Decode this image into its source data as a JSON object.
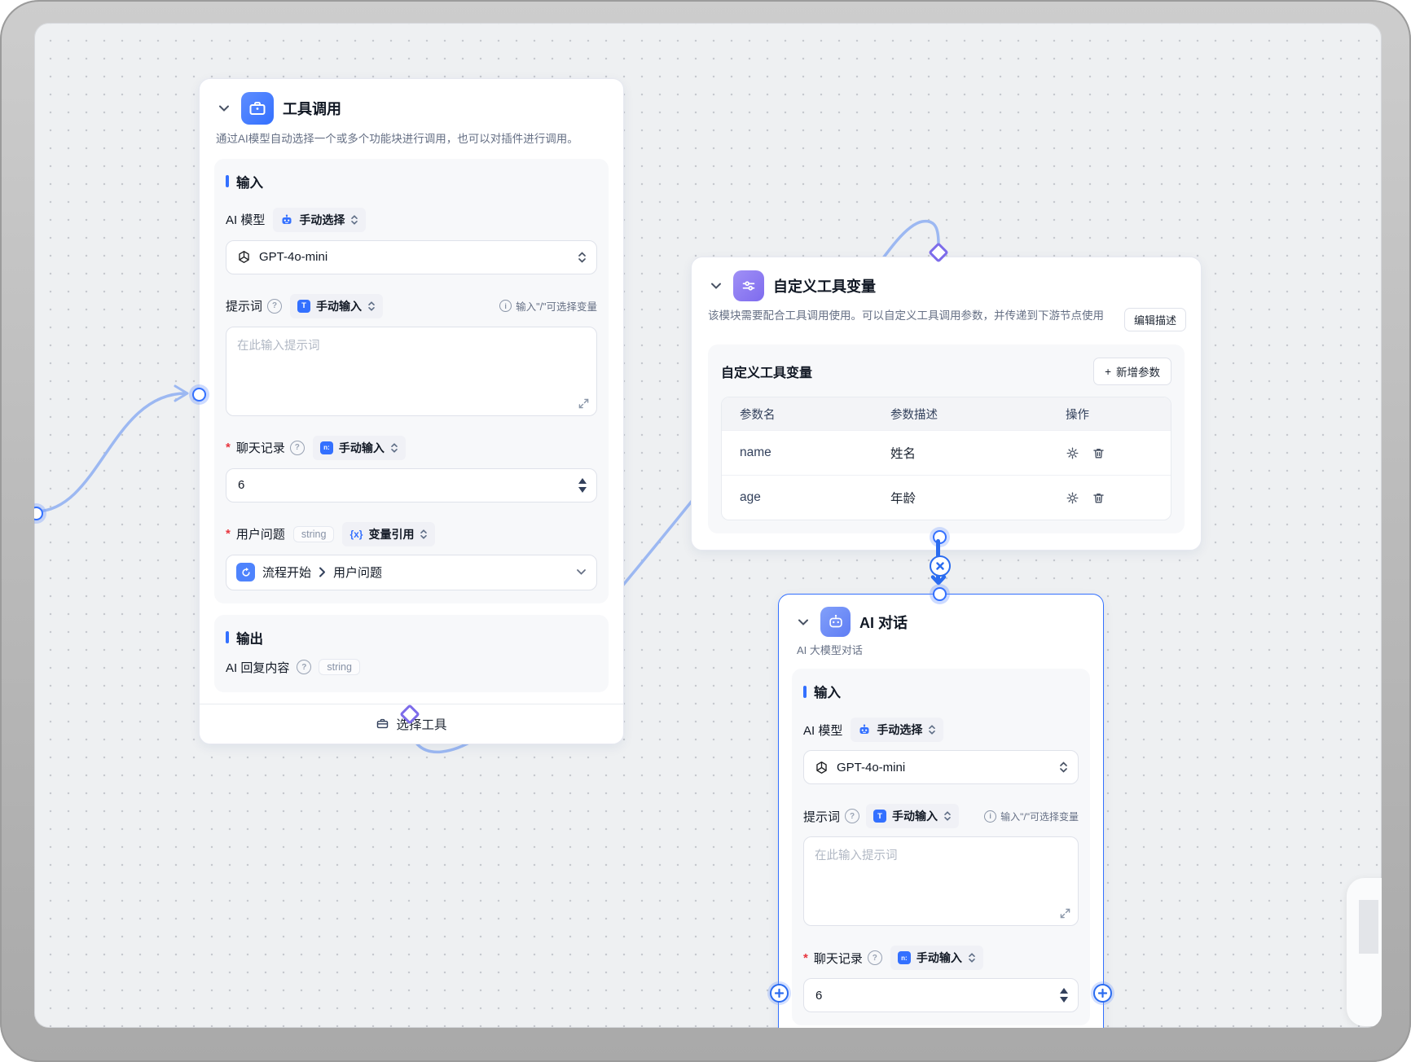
{
  "icons": {
    "plus": "+",
    "question": "?",
    "info": "i",
    "required": "*",
    "text_input": "T",
    "number_input": "n:",
    "var_ref": "{x}"
  },
  "colors": {
    "primary": "#3370ff",
    "edge": "#9cb8f2",
    "tool_handle": "#7d6cea",
    "canvas_bg": "#eef0f2"
  },
  "nodes": {
    "tool_call": {
      "title": "工具调用",
      "description": "通过AI模型自动选择一个或多个功能块进行调用，也可以对插件进行调用。",
      "input_section": "输入",
      "model_label": "AI 模型",
      "model_mode": "手动选择",
      "model_value": "GPT-4o-mini",
      "prompt_label": "提示词",
      "prompt_mode": "手动输入",
      "prompt_hint": "输入\"/\"可选择变量",
      "prompt_placeholder": "在此输入提示词",
      "history_label": "聊天记录",
      "history_mode": "手动输入",
      "history_value": "6",
      "question_label": "用户问题",
      "question_type": "string",
      "question_mode": "变量引用",
      "question_source": "流程开始",
      "question_field": "用户问题",
      "output_section": "输出",
      "output_label": "AI 回复内容",
      "output_type": "string",
      "footer_action": "选择工具"
    },
    "custom_vars": {
      "title": "自定义工具变量",
      "description": "该模块需要配合工具调用使用。可以自定义工具调用参数，并传递到下游节点使用",
      "edit_description": "编辑描述",
      "panel_title": "自定义工具变量",
      "add_param": "新增参数",
      "columns": [
        "参数名",
        "参数描述",
        "操作"
      ],
      "rows": [
        {
          "name": "name",
          "desc": "姓名"
        },
        {
          "name": "age",
          "desc": "年龄"
        }
      ]
    },
    "ai_chat": {
      "title": "AI 对话",
      "subtitle": "AI 大模型对话",
      "input_section": "输入",
      "model_label": "AI 模型",
      "model_mode": "手动选择",
      "model_value": "GPT-4o-mini",
      "prompt_label": "提示词",
      "prompt_mode": "手动输入",
      "prompt_hint": "输入\"/\"可选择变量",
      "prompt_placeholder": "在此输入提示词",
      "history_label": "聊天记录",
      "history_mode": "手动输入",
      "history_value": "6"
    }
  }
}
